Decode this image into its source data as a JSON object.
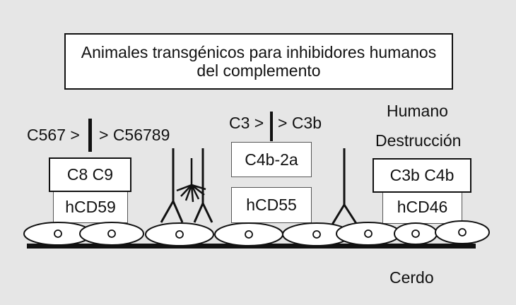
{
  "title": {
    "line1": "Animales transgénicos para inhibidores humanos",
    "line2": "del complemento"
  },
  "labels": {
    "humano": "Humano",
    "destruccion": "Destrucción",
    "cerdo": "Cerdo"
  },
  "reactions": {
    "left_before": "C567 >",
    "left_after": "> C56789",
    "middle_before": "C3 >",
    "middle_after": "> C3b"
  },
  "boxes": {
    "c8c9": "C8  C9",
    "hcd59": "hCD59",
    "c4b2a": "C4b-2a",
    "hcd55": "hCD55",
    "c3bc4b": "C3b  C4b",
    "hcd46": "hCD46"
  }
}
